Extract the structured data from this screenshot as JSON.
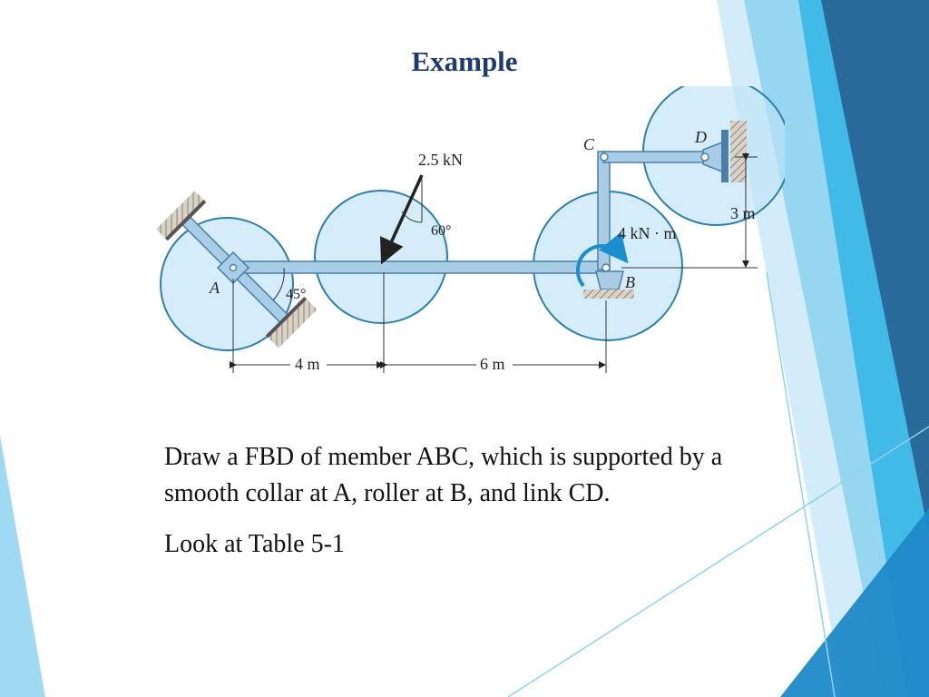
{
  "slide": {
    "title": "Example",
    "paragraphs": [
      "Draw a FBD of member ABC, which is supported by a smooth collar at A, roller at B, and link CD.",
      "Look at Table 5-1"
    ]
  },
  "diagram": {
    "points": {
      "A": "A",
      "B": "B",
      "C": "C",
      "D": "D"
    },
    "force_label": "2.5 kN",
    "force_angle_label": "60°",
    "collar_angle_label": "45°",
    "moment_label": "4 kN · m",
    "dim_left": "4 m",
    "dim_middle": "6 m",
    "dim_vertical": "3 m"
  },
  "colors": {
    "title": "#1f3a6e",
    "member_fill": "#a9cde6",
    "member_stroke": "#4a7fa6",
    "highlight_circle_fill": "#bfe3f7",
    "highlight_circle_stroke": "#2f7fa8",
    "moment_arrow": "#1a8fd0",
    "background_shapes": [
      "#8fd3f0",
      "#33b5e5",
      "#1f8ac8",
      "#2a6a9a"
    ]
  }
}
